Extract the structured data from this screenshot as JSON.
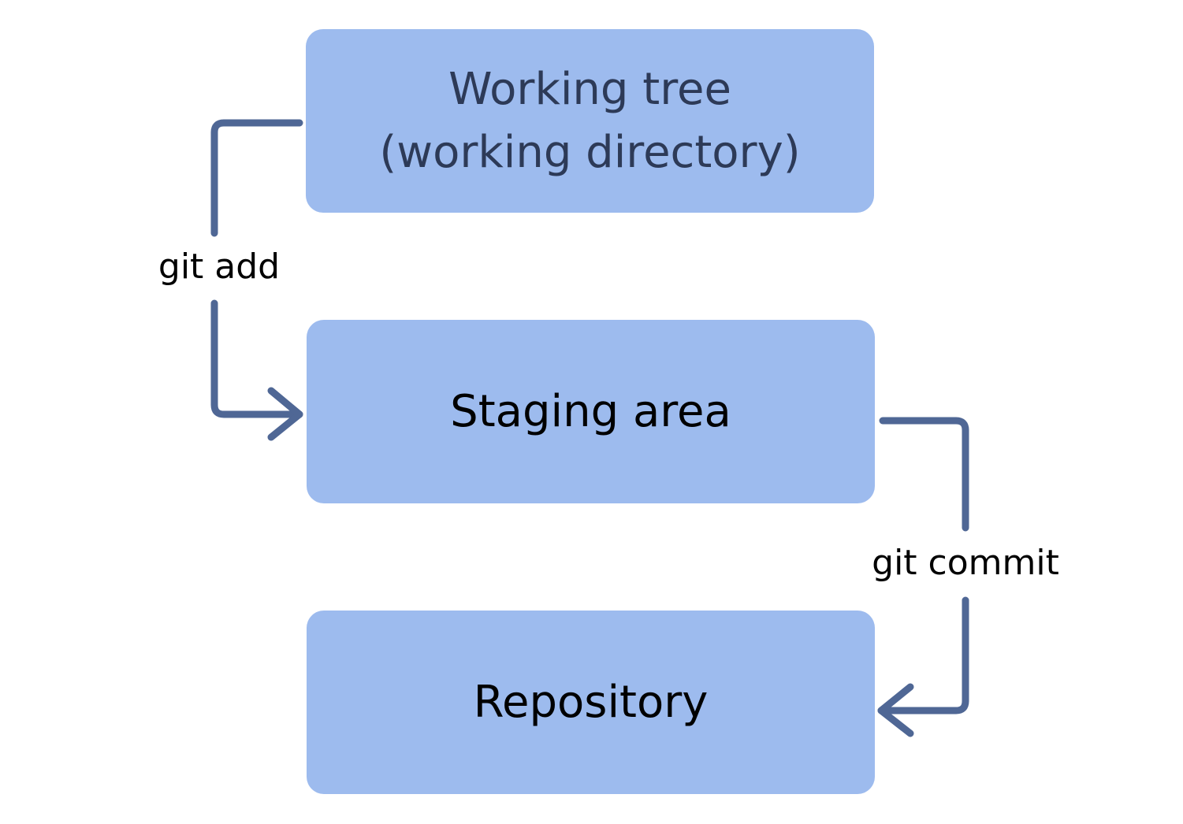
{
  "colors": {
    "box_fill": "#9dbbee",
    "arrow": "#4f6795",
    "title_text": "#2d3a57",
    "body_text": "#000000",
    "background": "#ffffff"
  },
  "nodes": {
    "working_tree": {
      "line1": "Working tree",
      "line2": "(working directory)"
    },
    "staging_area": {
      "label": "Staging area"
    },
    "repository": {
      "label": "Repository"
    }
  },
  "edges": [
    {
      "from": "working_tree",
      "to": "staging_area",
      "label": "git add"
    },
    {
      "from": "staging_area",
      "to": "repository",
      "label": "git commit"
    }
  ]
}
